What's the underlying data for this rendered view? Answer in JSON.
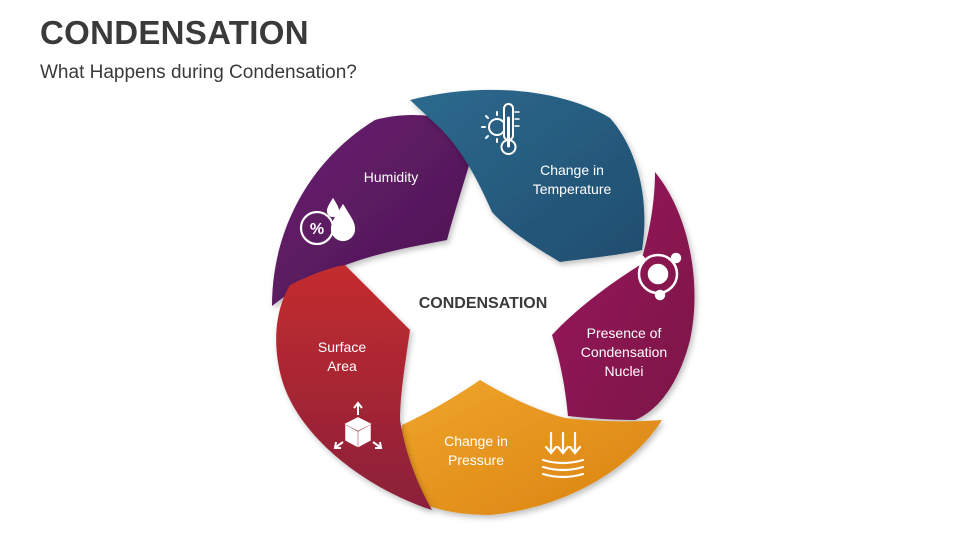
{
  "header": {
    "title": "CONDENSATION",
    "subtitle": "What Happens during Condensation?"
  },
  "diagram": {
    "center_label": "CONDENSATION",
    "segments": [
      {
        "lines": [
          "Change in",
          "Temperature"
        ],
        "color": "#24587c",
        "icon": "thermometer-sun-icon"
      },
      {
        "lines": [
          "Presence of",
          "Condensation",
          "Nuclei"
        ],
        "color": "#8a1650",
        "icon": "nucleus-orbit-icon"
      },
      {
        "lines": [
          "Change in",
          "Pressure"
        ],
        "color": "#e8941f",
        "icon": "pressure-arrows-icon"
      },
      {
        "lines": [
          "Surface",
          "Area"
        ],
        "color": "#b8272d",
        "icon": "expanding-box-icon"
      },
      {
        "lines": [
          "Humidity"
        ],
        "color": "#5a1a5f",
        "icon": "humidity-percent-drop-icon"
      }
    ]
  }
}
